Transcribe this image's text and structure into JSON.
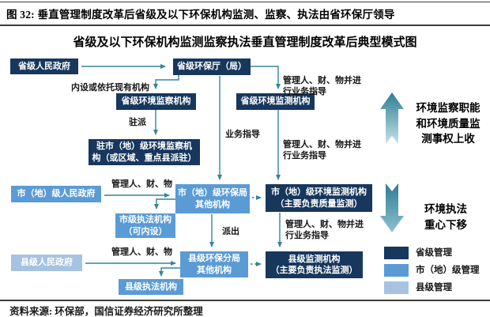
{
  "header": {
    "figure_label": "图 32:",
    "title": "垂直管理制度改革后省级及以下环保机构监测、监察、执法由省环保厅领导",
    "subtitle": "省级及以下环保机构监测监察执法垂直管理制度改革后典型模式图"
  },
  "nodes": {
    "prov_gov": "省级人民政府",
    "prov_epa": "省级环保厅（局）",
    "prov_supervision": "省级环境监察机构",
    "prov_monitoring": "省级环境监测机构",
    "stationed_supervision": "驻市（地）级环境监察机\n构（或区域、重点县派驻）",
    "city_gov": "市（地）级人民政府",
    "city_epb": "市（地）级环保局\n其他机构",
    "city_monitoring": "市（地）级环境监测机构\n（主要负责质量监测）",
    "city_enforcement": "市级执法机构\n（可内设）",
    "county_gov": "县级人民政府",
    "county_epb": "县级环保分局\n其他机构",
    "county_monitoring": "县级监测机构\n（主要负责执法监测）",
    "county_enforcement": "县级执法机构"
  },
  "edge_labels": {
    "internal_setup": "内设或依托现有机构",
    "station_dispatch": "驻派",
    "business_guidance": "业务指导",
    "manage_and_guide": "管理人、财、物并进\n行业务指导",
    "manage_people_finance_assets": "管理人、财、物",
    "dispatch_out": "派出"
  },
  "annotations": {
    "upward": "环境监察职能\n和环境质量监\n测事权上收",
    "downward": "环境执法\n重心下移"
  },
  "legend": {
    "items": [
      {
        "label": "省级管理",
        "color": "#17375D"
      },
      {
        "label": "市（地）级管理",
        "color": "#5B9BD5"
      },
      {
        "label": "县级管理",
        "color": "#A6C3E3"
      }
    ]
  },
  "footer": {
    "source": "资料来源: 环保部，国信证券经济研究所整理"
  },
  "colors": {
    "node_dark": "#17375D",
    "node_medium": "#5B9BD5",
    "node_light": "#A6C3E3",
    "connector": "#31859C",
    "big_arrow_dark": "#2E7D93",
    "big_arrow_light": "#C5E1E8"
  }
}
